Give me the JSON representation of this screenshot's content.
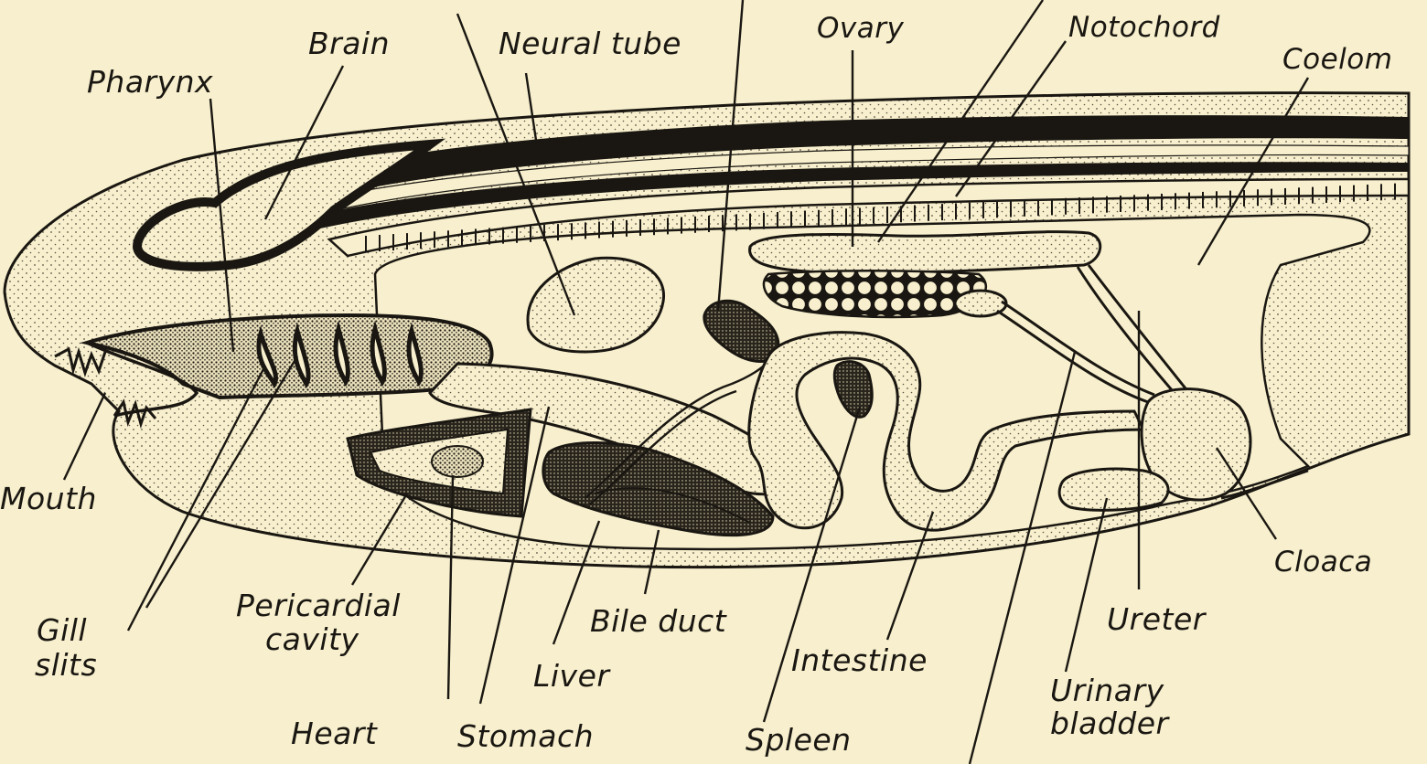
{
  "colors": {
    "paper": "#f7efcd",
    "ink": "#1a1712",
    "stipple": "#5a5242"
  },
  "labels": {
    "brain": "Brain",
    "neural_tube": "Neural tube",
    "ovary": "Ovary",
    "notochord": "Notochord",
    "coelom": "Coelom",
    "pharynx": "Pharynx",
    "mouth": "Mouth",
    "gill_slits_1": "Gill",
    "gill_slits_2": "slits",
    "pericardial_cavity_1": "Pericardial",
    "pericardial_cavity_2": "cavity",
    "heart": "Heart",
    "stomach": "Stomach",
    "liver": "Liver",
    "bile_duct": "Bile duct",
    "spleen": "Spleen",
    "intestine": "Intestine",
    "urinary_bladder_1": "Urinary",
    "urinary_bladder_2": "bladder",
    "ureter": "Ureter",
    "cloaca": "Cloaca"
  }
}
